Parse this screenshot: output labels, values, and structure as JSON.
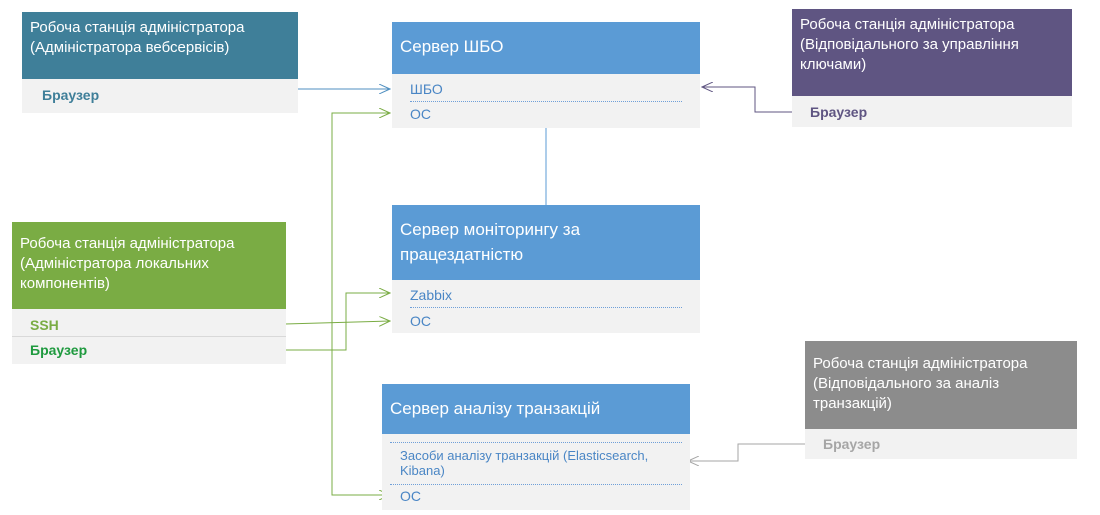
{
  "colors": {
    "blue_dark": "#3f7f99",
    "purple": "#5f5582",
    "green": "#7aac44",
    "green_link": "#1f9a3f",
    "gray_header": "#8c8c8c",
    "gray_link": "#a6a6a6",
    "server_blue": "#5b9bd5",
    "server_text": "#4a86c5",
    "panel": "#f2f2f2"
  },
  "workstations": {
    "web": {
      "title": "Робоча станція адміністратора (Адміністратора вебсервісів)",
      "items": [
        "Браузер"
      ]
    },
    "keys": {
      "title": "Робоча станція адміністратора (Відповідального за управління ключами)",
      "items": [
        "Браузер"
      ]
    },
    "local": {
      "title": "Робоча станція адміністратора (Адміністратора локальних компонентів)",
      "items": [
        "SSH",
        "Браузер"
      ]
    },
    "analysis": {
      "title": "Робоча станція адміністратора (Відповідального за аналіз транзакцій)",
      "items": [
        "Браузер"
      ]
    }
  },
  "servers": {
    "shbo": {
      "title": "Сервер ШБО",
      "items": [
        "ШБО",
        "ОС"
      ]
    },
    "monitoring": {
      "title": "Сервер моніторингу за працездатністю",
      "items": [
        "Zabbix",
        "ОС"
      ]
    },
    "transactions": {
      "title": "Сервер аналізу транзакцій",
      "items": [
        "Засоби аналізу транзакцій (Elasticsearch, Kibana)",
        "ОС"
      ]
    }
  }
}
